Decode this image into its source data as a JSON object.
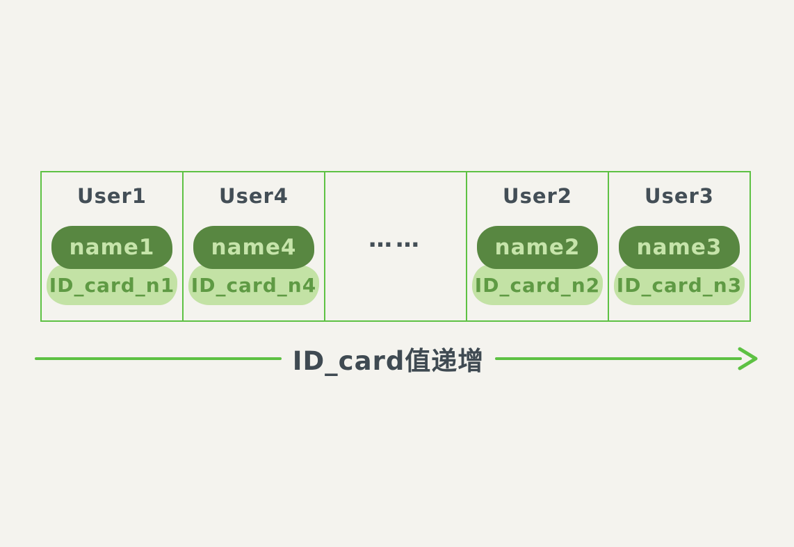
{
  "diagram": {
    "cells": [
      {
        "user": "User1",
        "name": "name1",
        "id_card": "ID_card_n1"
      },
      {
        "user": "User4",
        "name": "name4",
        "id_card": "ID_card_n4"
      },
      {
        "ellipsis": "……"
      },
      {
        "user": "User2",
        "name": "name2",
        "id_card": "ID_card_n2"
      },
      {
        "user": "User3",
        "name": "name3",
        "id_card": "ID_card_n3"
      }
    ],
    "arrow": {
      "label": "ID_card值递增"
    },
    "colors": {
      "background": "#f4f3ee",
      "border_green": "#5dc143",
      "dark_pill": "#588741",
      "light_pill": "#c3e2a5",
      "dark_text": "#434e56",
      "pill_text_light": "#c6e4aa",
      "pill_text_green": "#5f9a44"
    }
  }
}
